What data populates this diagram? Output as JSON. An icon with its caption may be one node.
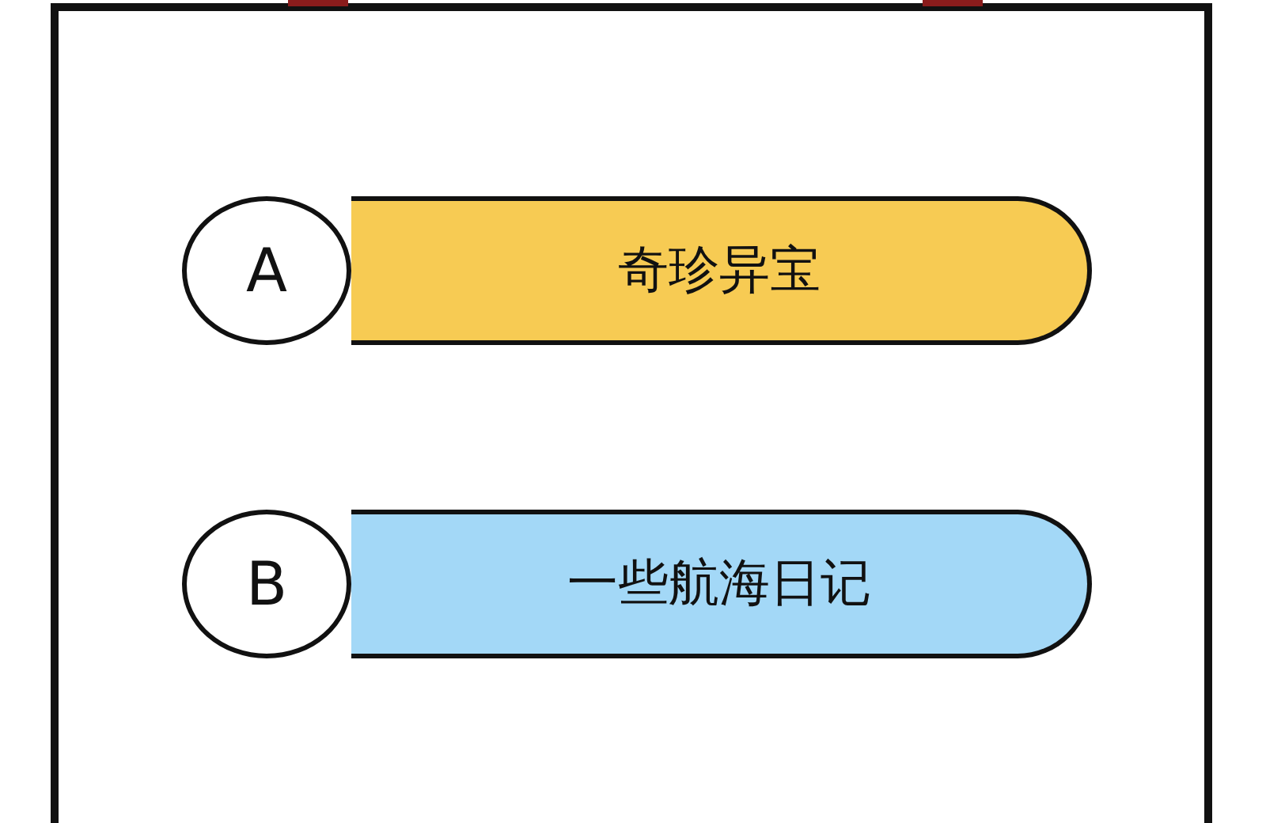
{
  "diagram": {
    "nodes": [
      {
        "text": [
          "奇珍异宝"
        ]
      },
      {
        "text": [
          "A"
        ]
      },
      {
        "text": [
          "一些航海日记"
        ]
      },
      {
        "text": [
          "B"
        ]
      }
    ],
    "edges": []
  }
}
